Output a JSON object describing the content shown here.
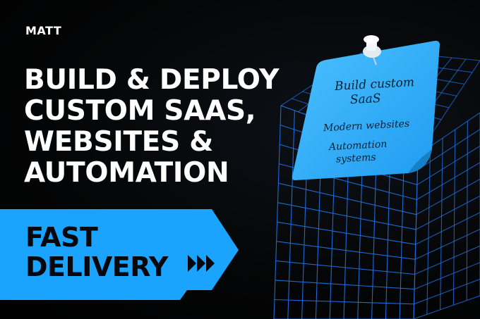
{
  "brand": {
    "name": "MATT"
  },
  "headline": {
    "line1": "BUILD & DEPLOY",
    "line2": "CUSTOM SAAS,",
    "line3": "WEBSITES &",
    "line4": "AUTOMATION"
  },
  "banner": {
    "line1": "FAST",
    "line2": "DELIVERY",
    "icon": "fast-forward-arrows-icon"
  },
  "note": {
    "line1a": "Build custom",
    "line1b": "SaaS",
    "line2": "Modern websites",
    "line3a": "Automation",
    "line3b": "systems",
    "icon": "push-pin-icon"
  },
  "colors": {
    "accent": "#1aa3ff",
    "note": "#3ab3ff",
    "grid": "#1f6fe0",
    "background": "#05070a",
    "text": "#ffffff",
    "banner_text": "#05080c"
  }
}
